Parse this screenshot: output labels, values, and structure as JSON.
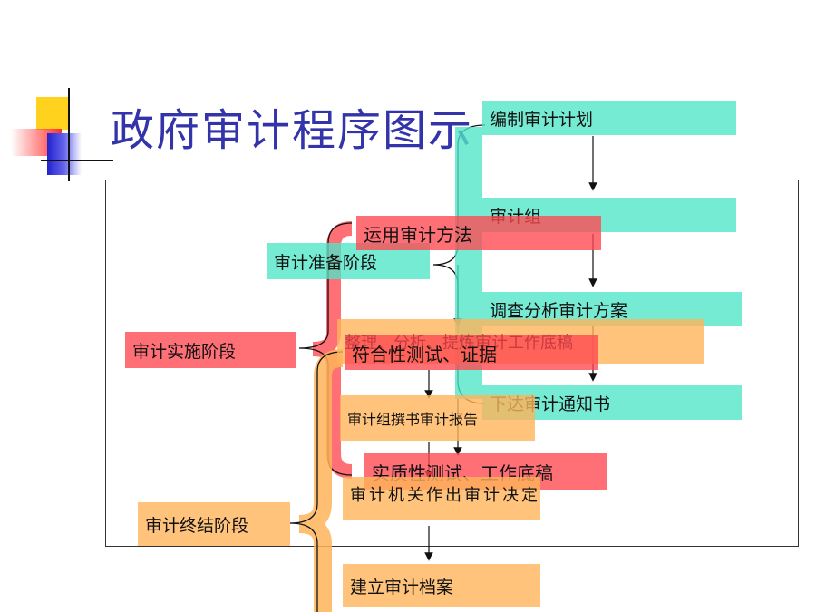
{
  "slide": {
    "title": "政府审计程序图示"
  },
  "diagram": {
    "stages": {
      "prep": "审计准备阶段",
      "impl": "审计实施阶段",
      "final": "审计终结阶段"
    },
    "prep_steps": [
      "编制审计计划",
      "审计组",
      "调查分析审计方案",
      "下达审计通知书"
    ],
    "impl_steps": [
      "运用审计方法",
      "符合性测试、证据",
      "实质性测试、工作底稿",
      "整理、分析、提炼审计工作底稿"
    ],
    "final_steps": [
      "审计组撰书审计报告",
      "审计机关作出审计决定",
      "建立审计档案"
    ]
  },
  "colors": {
    "title": "#3333aa",
    "prep": "#50e6c8",
    "impl": "#ff4650",
    "final": "#ffb45a"
  }
}
